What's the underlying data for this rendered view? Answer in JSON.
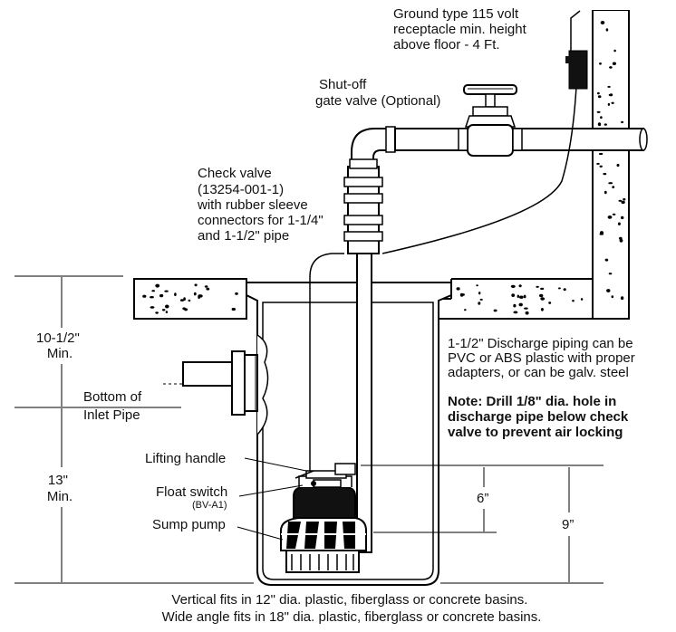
{
  "labels": {
    "receptacle": [
      "Ground type 115 volt",
      "receptacle min. height",
      "above floor - 4 Ft."
    ],
    "gate_valve": [
      "Shut-off",
      "gate valve (Optional)"
    ],
    "check_valve": [
      "Check valve",
      "(13254-001-1)",
      "with rubber sleeve",
      "connectors for 1-1/4\"",
      "and 1-1/2\" pipe"
    ],
    "discharge": [
      "1-1/2\" Discharge piping can be",
      "PVC or ABS plastic with proper",
      "adapters, or can be galv. steel"
    ],
    "note": [
      "Note: Drill 1/8\" dia. hole in",
      "discharge pipe below check",
      "valve to prevent air locking"
    ],
    "min_1": [
      "10-1/2\"",
      "Min."
    ],
    "inlet": [
      "Bottom of",
      "Inlet Pipe"
    ],
    "min_2": [
      "13\"",
      "Min."
    ],
    "lifting_handle": "Lifting handle",
    "float_switch": "Float switch",
    "float_model": "(BV-A1)",
    "sump_pump": "Sump pump",
    "dim_6": "6”",
    "dim_9": "9”"
  },
  "caption": [
    "Vertical fits in 12\" dia. plastic, fiberglass or concrete basins.",
    "Wide angle fits in 18\" dia. plastic, fiberglass or concrete basins."
  ]
}
